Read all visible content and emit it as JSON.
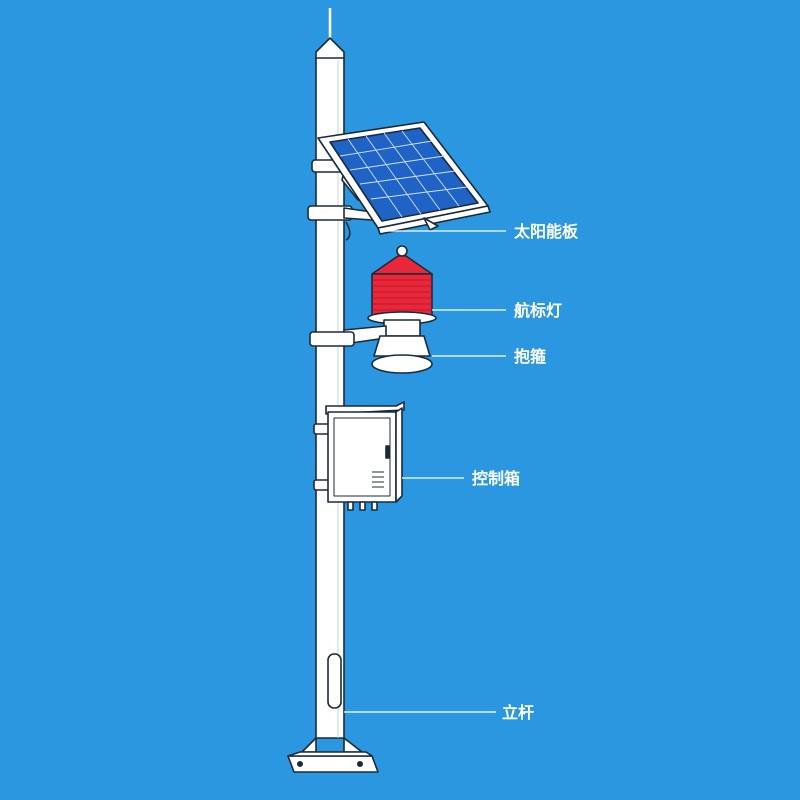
{
  "colors": {
    "background": "#2a97e0",
    "outline": "#1b2a3a",
    "pole": "#ffffff",
    "panel_cell": "#1f63c7",
    "lamp_red": "#e8283a",
    "leader_line": "#ffffff"
  },
  "labels": {
    "solar_panel": "太阳能板",
    "beacon_light": "航标灯",
    "clamp": "抱箍",
    "control_box": "控制箱",
    "pole": "立杆"
  }
}
